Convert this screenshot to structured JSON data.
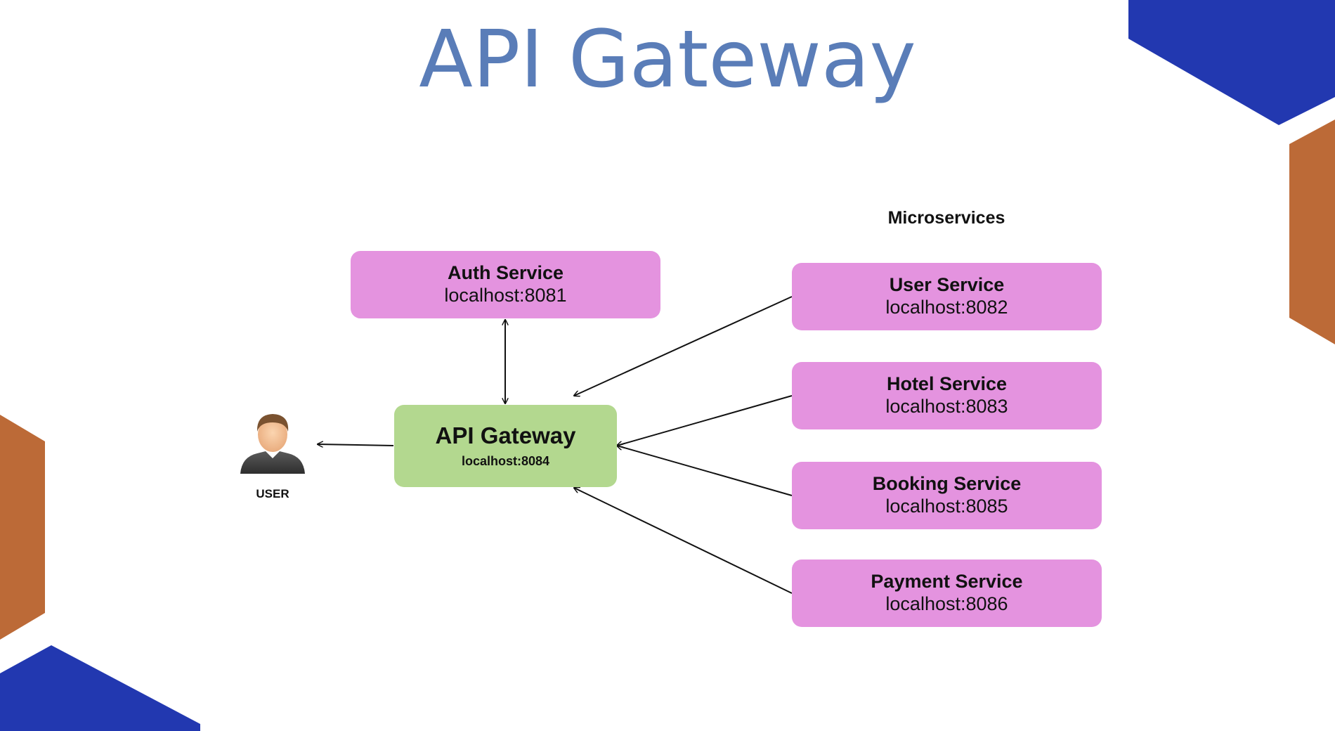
{
  "title": "API Gateway",
  "microservices_heading": "Microservices",
  "auth_service": {
    "name": "Auth Service",
    "host": "localhost:8081"
  },
  "gateway": {
    "name": "API Gateway",
    "host": "localhost:8084"
  },
  "user": {
    "label": "USER"
  },
  "services": [
    {
      "name": "User Service",
      "host": "localhost:8082"
    },
    {
      "name": "Hotel Service",
      "host": "localhost:8083"
    },
    {
      "name": "Booking Service",
      "host": "localhost:8085"
    },
    {
      "name": "Payment Service",
      "host": "localhost:8086"
    }
  ],
  "colors": {
    "title": "#5a7db8",
    "service_box": "#e493df",
    "gateway_box": "#b3d88f",
    "decor_blue": "#2238b0",
    "decor_orange": "#bc6a37"
  }
}
